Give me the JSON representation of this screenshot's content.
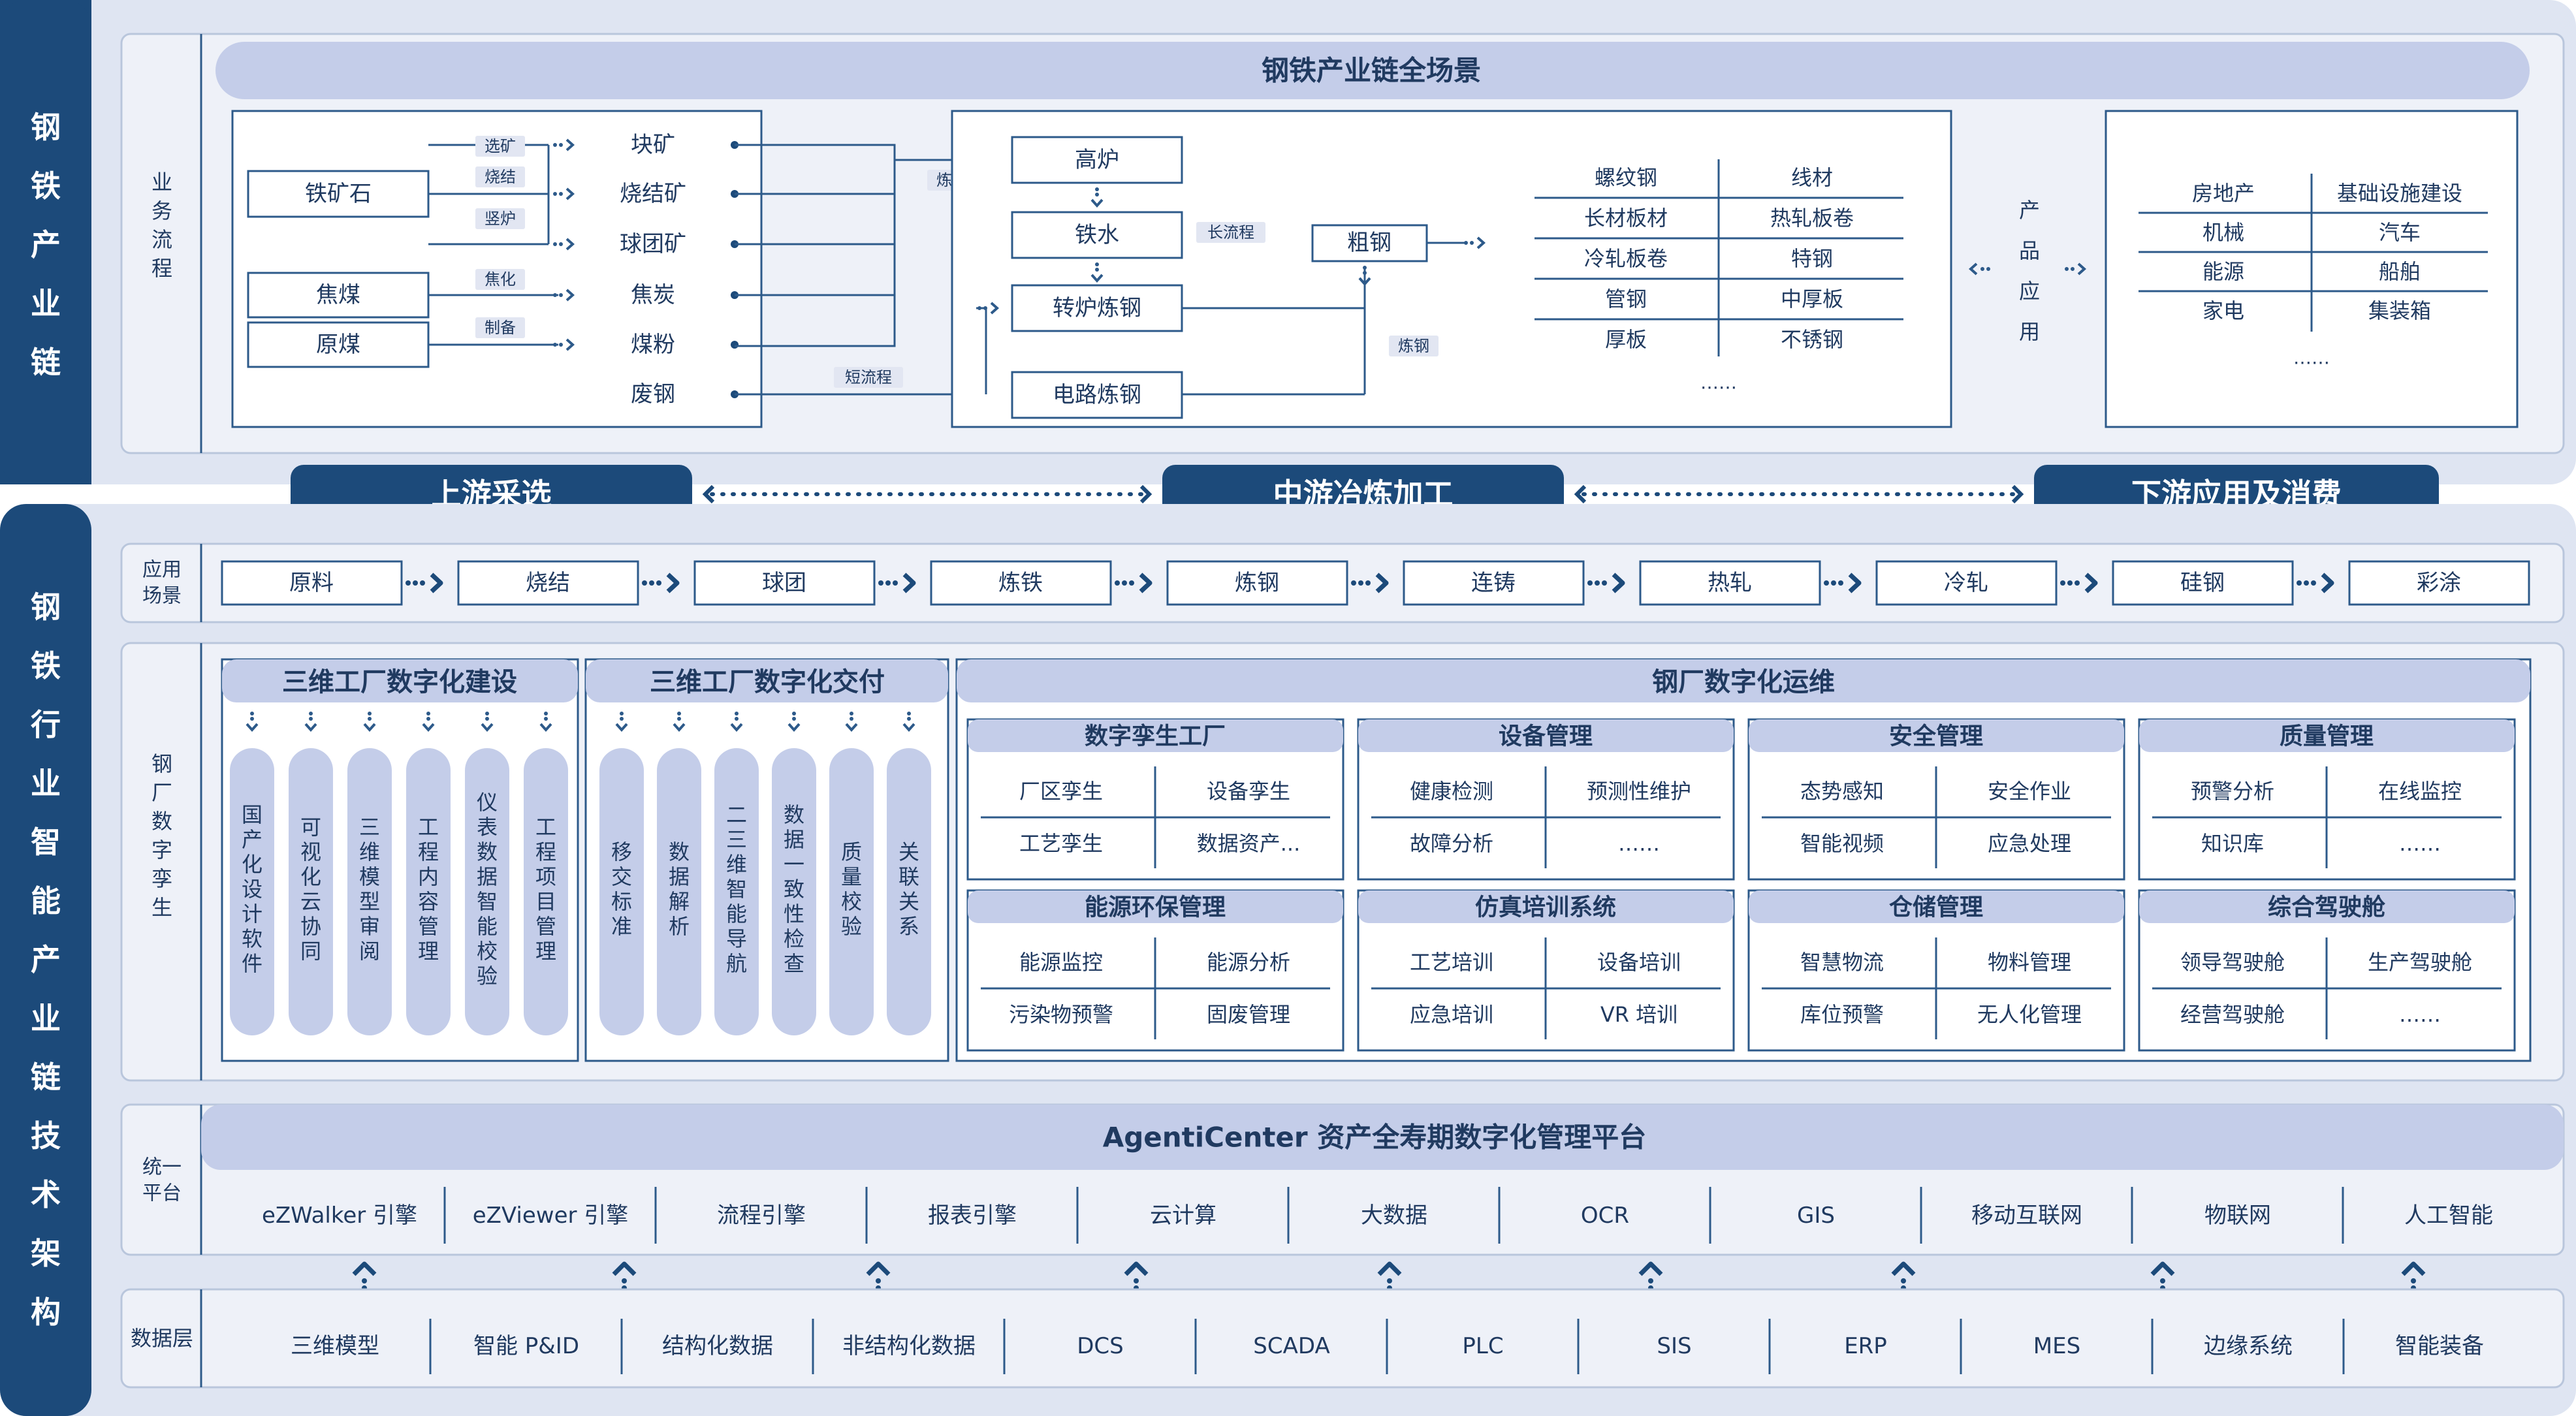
{
  "top_band": {
    "title_vertical": "钢铁产业链",
    "row_label": "业务流程",
    "header": "钢铁产业链全场景",
    "raw_materials": [
      "铁矿石",
      "焦煤",
      "原煤"
    ],
    "process_tags": {
      "xuankuang": "选矿",
      "shaojie": "烧结",
      "shulu": "竖炉",
      "jiaohua": "焦化",
      "zhibei": "制备",
      "lianti": "炼铁",
      "changliucheng": "长流程",
      "duanliucheng": "短流程",
      "liangang": "炼钢"
    },
    "intermediates": [
      "块矿",
      "烧结矿",
      "球团矿",
      "焦炭",
      "煤粉",
      "废钢"
    ],
    "smelting": {
      "gaolu": "高炉",
      "tieshui": "铁水",
      "zhuanlu": "转炉炼钢",
      "dianlu": "电路炼钢",
      "cugang": "粗钢"
    },
    "products": [
      [
        "螺纹钢",
        "线材"
      ],
      [
        "长材板材",
        "热轧板卷"
      ],
      [
        "冷轧板卷",
        "特钢"
      ],
      [
        "管钢",
        "中厚板"
      ],
      [
        "厚板",
        "不锈钢"
      ]
    ],
    "products_more": "……",
    "product_app_label": "产品应用",
    "applications": [
      [
        "房地产",
        "基础设施建设"
      ],
      [
        "机械",
        "汽车"
      ],
      [
        "能源",
        "船舶"
      ],
      [
        "家电",
        "集装箱"
      ]
    ],
    "applications_more": "……"
  },
  "stages": [
    "上游采选",
    "中游冶炼加工",
    "下游应用及消费"
  ],
  "bottom_band": {
    "title_vertical": "钢铁行业智能产业链技术架构",
    "app_scene_label": "应用场景",
    "scenes": [
      "原料",
      "烧结",
      "球团",
      "炼铁",
      "炼钢",
      "连铸",
      "热轧",
      "冷轧",
      "硅钢",
      "彩涂"
    ],
    "twin_label": "钢厂数字孪生",
    "build": {
      "title": "三维工厂数字化建设",
      "items": [
        "国产化设计软件",
        "可视化云协同",
        "三维模型审阅",
        "工程内容管理",
        "仪表数据智能校验",
        "工程项目管理"
      ]
    },
    "deliver": {
      "title": "三维工厂数字化交付",
      "items": [
        "移交标准",
        "数据解析",
        "二三维智能导航",
        "数据一致性检查",
        "质量校验",
        "关联关系"
      ]
    },
    "ops": {
      "title": "钢厂数字化运维",
      "modules": [
        {
          "title": "数字孪生工厂",
          "items": [
            "厂区孪生",
            "设备孪生",
            "工艺孪生",
            "数据资产..."
          ]
        },
        {
          "title": "设备管理",
          "items": [
            "健康检测",
            "预测性维护",
            "故障分析",
            "……"
          ]
        },
        {
          "title": "安全管理",
          "items": [
            "态势感知",
            "安全作业",
            "智能视频",
            "应急处理"
          ]
        },
        {
          "title": "质量管理",
          "items": [
            "预警分析",
            "在线监控",
            "知识库",
            "……"
          ]
        },
        {
          "title": "能源环保管理",
          "items": [
            "能源监控",
            "能源分析",
            "污染物预警",
            "固废管理"
          ]
        },
        {
          "title": "仿真培训系统",
          "items": [
            "工艺培训",
            "设备培训",
            "应急培训",
            "VR 培训"
          ]
        },
        {
          "title": "仓储管理",
          "items": [
            "智慧物流",
            "物料管理",
            "库位预警",
            "无人化管理"
          ]
        },
        {
          "title": "综合驾驶舱",
          "items": [
            "领导驾驶舱",
            "生产驾驶舱",
            "经营驾驶舱",
            "……"
          ]
        }
      ]
    },
    "platform_label": "统一平台",
    "platform_title": "AgentiCenter 资产全寿期数字化管理平台",
    "engines": [
      "eZWalker 引擎",
      "eZViewer 引擎",
      "流程引擎",
      "报表引擎",
      "云计算",
      "大数据",
      "OCR",
      "GIS",
      "移动互联网",
      "物联网",
      "人工智能"
    ],
    "data_label": "数据层",
    "data_sources": [
      "三维模型",
      "智能 P&ID",
      "结构化数据",
      "非结构化数据",
      "DCS",
      "SCADA",
      "PLC",
      "SIS",
      "ERP",
      "MES",
      "边缘系统",
      "智能装备"
    ]
  }
}
